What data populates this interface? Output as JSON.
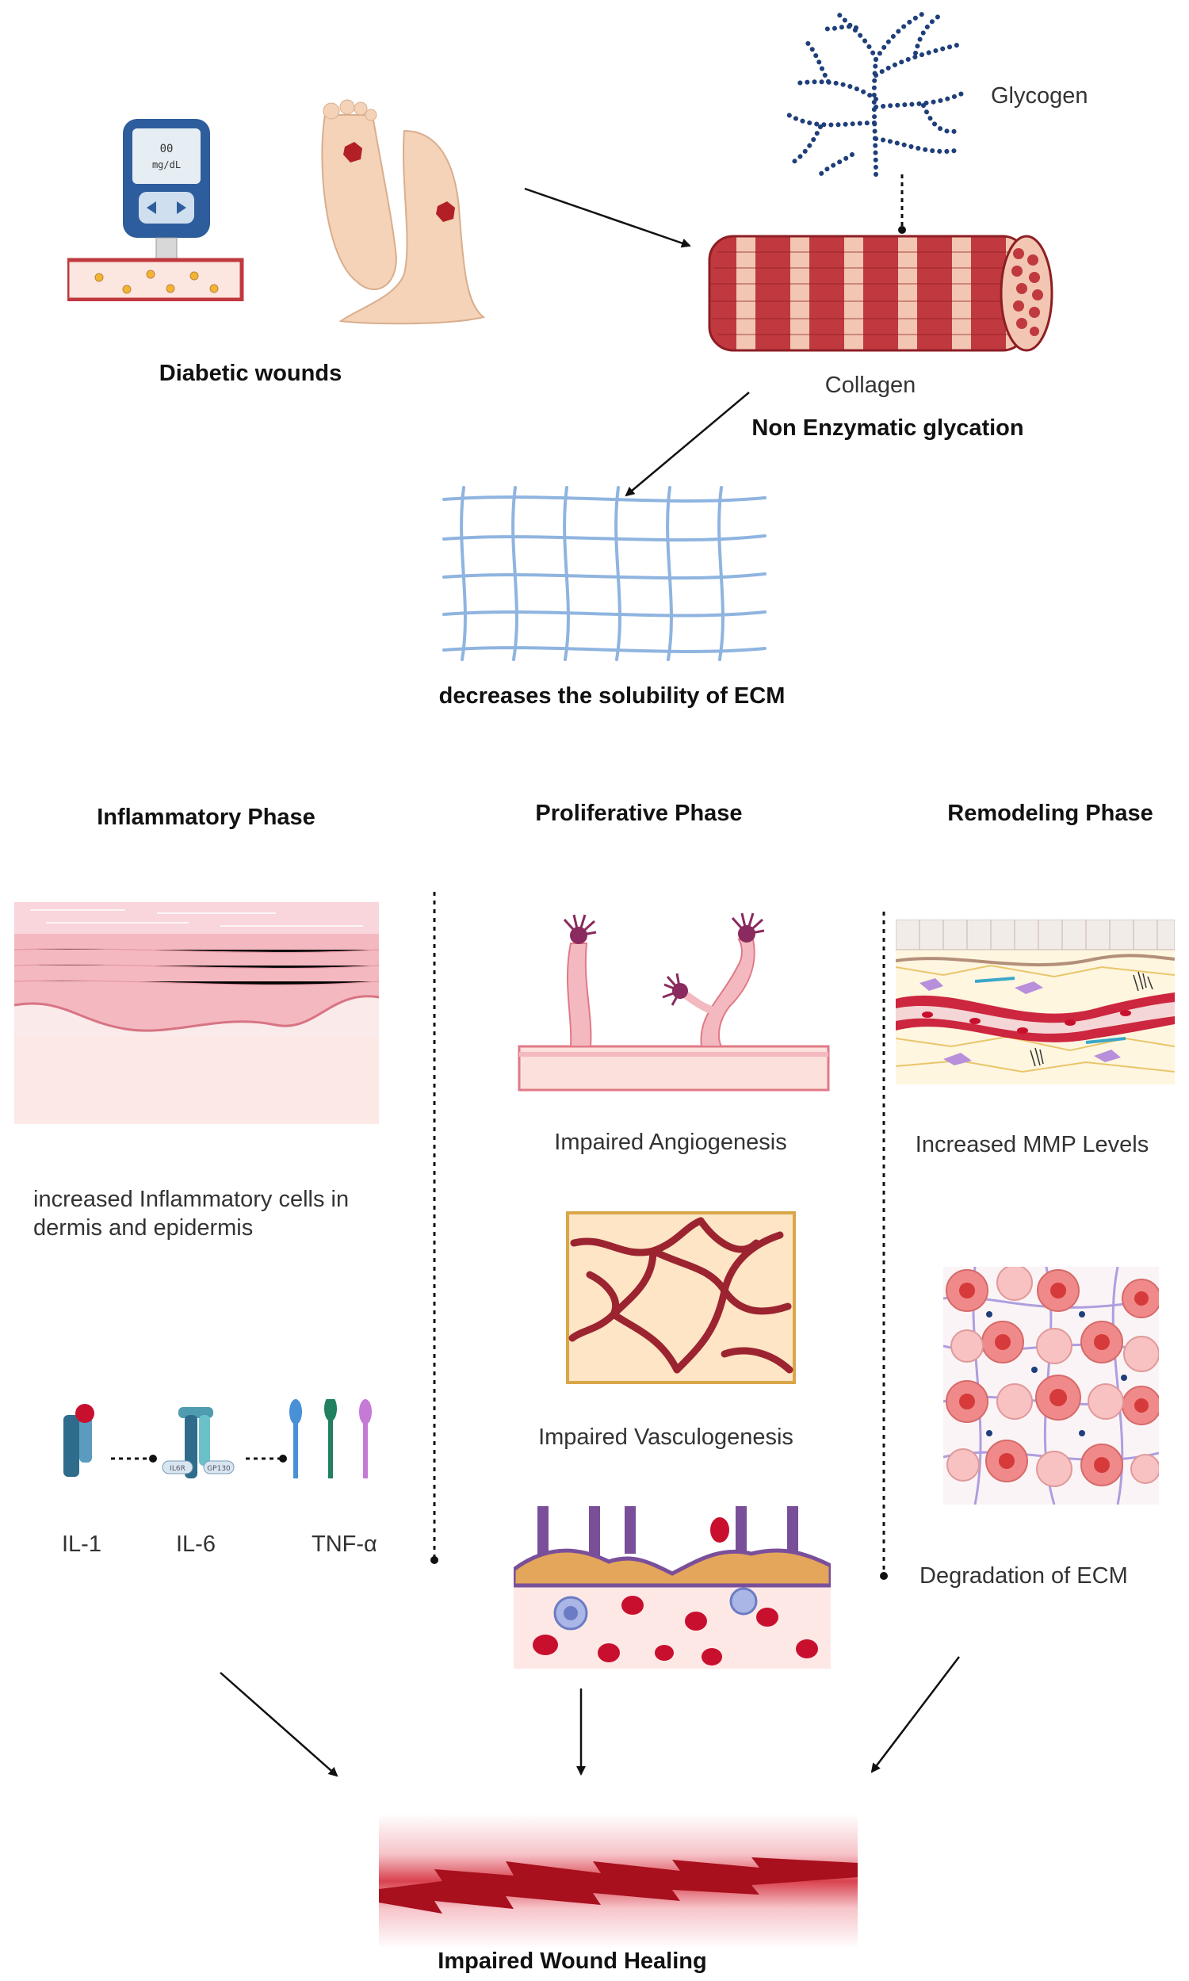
{
  "top": {
    "glucometer_reading": [
      "00",
      "mg/dL"
    ],
    "diabetic_wounds": "Diabetic wounds",
    "glycogen": "Glycogen",
    "collagen": "Collagen",
    "non_enzymatic": "Non Enzymatic glycation",
    "ecm_solubility": "decreases the solubility of ECM"
  },
  "phases": {
    "inflammatory": {
      "title": "Inflammatory Phase",
      "description": "increased Inflammatory cells in dermis and epidermis",
      "receptor_tags": [
        "IL6R",
        "GP130"
      ],
      "cytokines": [
        "IL-1",
        "IL-6",
        "TNF-α"
      ]
    },
    "proliferative": {
      "title": "Proliferative Phase",
      "angiogenesis": "Impaired Angiogenesis",
      "vasculogenesis": "Impaired Vasculogenesis"
    },
    "remodeling": {
      "title": "Remodeling Phase",
      "mmp": "Increased MMP Levels",
      "degradation": "Degradation of ECM"
    }
  },
  "outcome": {
    "label": "Impaired Wound Healing"
  },
  "colors": {
    "vessel_red": "#c0393f",
    "dark_red": "#8e1e24",
    "skin_pink": "#f4b8c0",
    "ecm_blue": "#8fb4e0",
    "glycogen_navy": "#1f3f7a",
    "foot_skin": "#f4d3b8"
  }
}
